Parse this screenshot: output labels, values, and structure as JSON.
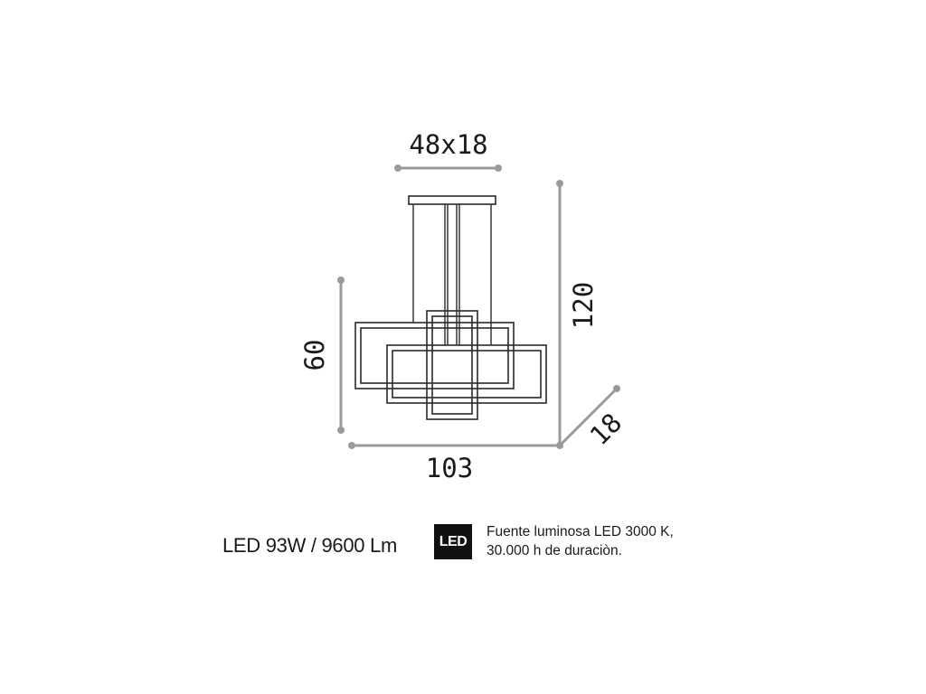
{
  "dimensions": {
    "canopy": "48x18",
    "total_height": "120",
    "body_height": "60",
    "width": "103",
    "depth": "18"
  },
  "spec": {
    "power_output": "LED 93W / 9600 Lm",
    "badge": "LED",
    "description_line1": "Fuente luminosa LED 3000 K,",
    "description_line2": "30.000 h de duraciòn."
  },
  "colors": {
    "dimension_line": "#9a9a9a",
    "drawing": "#2a2a2a",
    "badge_background": "#111111"
  }
}
